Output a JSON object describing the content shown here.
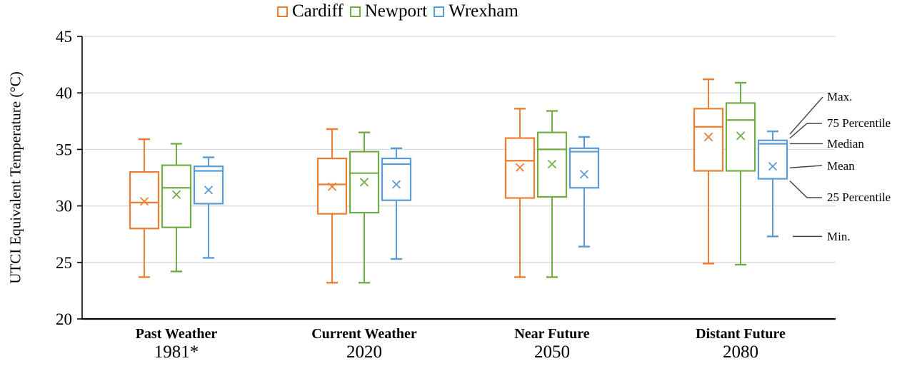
{
  "chart_data": {
    "type": "boxplot",
    "title": "",
    "ylabel": "UTCI Equivalent Temperature (°C)",
    "xlabel": "",
    "ylim": [
      20,
      45
    ],
    "yticks": [
      20,
      25,
      30,
      35,
      40,
      45
    ],
    "grid": true,
    "legend_position": "top-center",
    "categories": [
      {
        "label": "Past Weather",
        "sublabel": "1981*"
      },
      {
        "label": "Current Weather",
        "sublabel": "2020"
      },
      {
        "label": "Near Future",
        "sublabel": "2050"
      },
      {
        "label": "Distant Future",
        "sublabel": "2080"
      }
    ],
    "series": [
      {
        "name": "Cardiff",
        "color": "#ED7D31",
        "boxes": [
          {
            "min": 23.7,
            "q1": 28.0,
            "median": 30.3,
            "mean": 30.4,
            "q3": 33.0,
            "max": 35.9
          },
          {
            "min": 23.2,
            "q1": 29.3,
            "median": 31.9,
            "mean": 31.7,
            "q3": 34.2,
            "max": 36.8
          },
          {
            "min": 23.7,
            "q1": 30.7,
            "median": 34.0,
            "mean": 33.4,
            "q3": 36.0,
            "max": 38.6
          },
          {
            "min": 24.9,
            "q1": 33.1,
            "median": 37.0,
            "mean": 36.1,
            "q3": 38.6,
            "max": 41.2
          }
        ]
      },
      {
        "name": "Newport",
        "color": "#70AD47",
        "boxes": [
          {
            "min": 24.2,
            "q1": 28.1,
            "median": 31.6,
            "mean": 31.0,
            "q3": 33.6,
            "max": 35.5
          },
          {
            "min": 23.2,
            "q1": 29.4,
            "median": 32.9,
            "mean": 32.1,
            "q3": 34.8,
            "max": 36.5
          },
          {
            "min": 23.7,
            "q1": 30.8,
            "median": 35.0,
            "mean": 33.7,
            "q3": 36.5,
            "max": 38.4
          },
          {
            "min": 24.8,
            "q1": 33.1,
            "median": 37.6,
            "mean": 36.2,
            "q3": 39.1,
            "max": 40.9
          }
        ]
      },
      {
        "name": "Wrexham",
        "color": "#5B9BD5",
        "boxes": [
          {
            "min": 25.4,
            "q1": 30.2,
            "median": 33.1,
            "mean": 31.4,
            "q3": 33.5,
            "max": 34.3
          },
          {
            "min": 25.3,
            "q1": 30.5,
            "median": 33.7,
            "mean": 31.9,
            "q3": 34.2,
            "max": 35.1
          },
          {
            "min": 26.4,
            "q1": 31.6,
            "median": 34.8,
            "mean": 32.8,
            "q3": 35.1,
            "max": 36.1
          },
          {
            "min": 27.3,
            "q1": 32.4,
            "median": 35.5,
            "mean": 33.5,
            "q3": 35.8,
            "max": 36.6
          }
        ]
      }
    ],
    "annotations": [
      "Max.",
      "75 Percentile",
      "Median",
      "Mean",
      "25 Percentile",
      "Min."
    ],
    "colors": {
      "gridline": "#D9D9D9",
      "axis": "#000000",
      "leader_line": "#404040"
    }
  }
}
